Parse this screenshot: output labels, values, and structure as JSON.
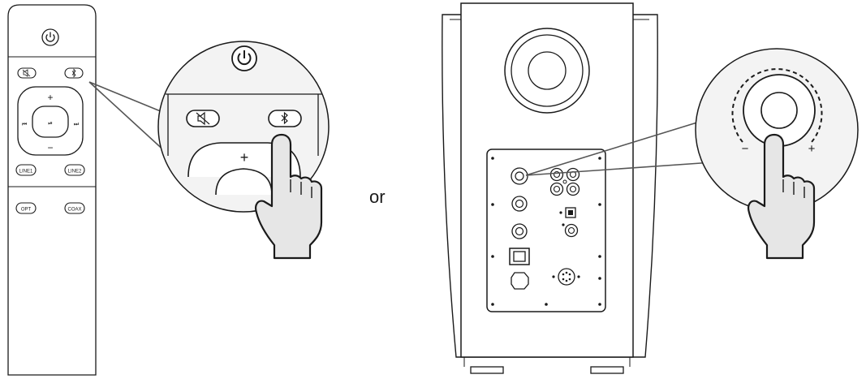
{
  "remote": {
    "buttons": {
      "line1": "LINE1",
      "line2": "LINE2",
      "opt": "OPT",
      "coax": "COAX"
    },
    "dpad": {
      "plus": "+",
      "minus": "−",
      "prev": "⏮",
      "play_pause": "⏯",
      "next": "⏭"
    }
  },
  "zoom_remote": {
    "plus": "+"
  },
  "connector_word": "or",
  "knob_zoom": {
    "minus": "−",
    "plus": "+"
  },
  "colors": {
    "line": "#1a1a1a",
    "zoom_fill": "#f3f3f3",
    "hand_fill": "#e6e6e6",
    "speaker_fill": "#ffffff"
  },
  "icons": [
    "power-icon",
    "mute-icon",
    "bluetooth-icon",
    "pointing-hand-icon"
  ]
}
